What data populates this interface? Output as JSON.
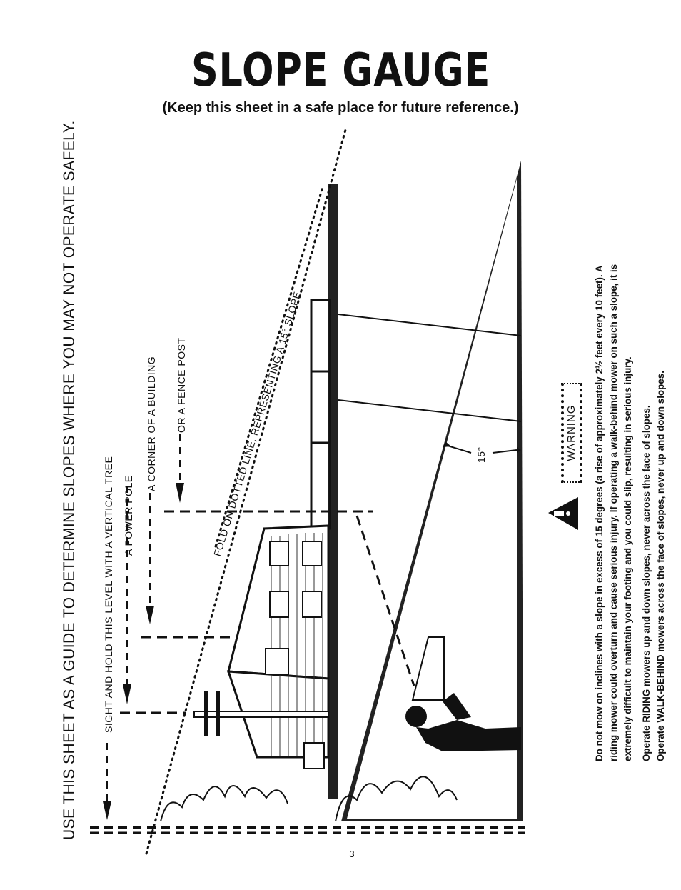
{
  "title": "SLOPE GAUGE",
  "subtitle": "(Keep this sheet in a safe place for future reference.)",
  "instruction": "USE THIS SHEET AS A GUIDE TO DETERMINE SLOPES WHERE YOU MAY NOT OPERATE SAFELY.",
  "sight_lines": [
    "SIGHT AND HOLD THIS LEVEL WITH A VERTICAL TREE",
    "A POWER POLE",
    "A CORNER OF A BUILDING",
    "OR A FENCE POST"
  ],
  "fold_label": "FOLD ON DOTTED LINE, REPRESENTING A 15° SLOPE",
  "angle_label": "15°",
  "warning_label": "WARNING",
  "warning_paragraph_lines": [
    "Do not mow on inclines with a slope in excess of 15 degrees (a rise of approximately 2½ feet every 10 feet). A",
    "riding mower could overturn and cause serious injury. If operating a walk-behind mower on such a slope, it is",
    "extremely difficult to maintain your footing and you could slip, resulting in serious injury."
  ],
  "riding_rule": "Operate RIDING mowers up and down slopes, never across the face of slopes.",
  "walk_rule": "Operate WALK-BEHIND mowers across the face of slopes, never up and down slopes.",
  "page_number": "3"
}
